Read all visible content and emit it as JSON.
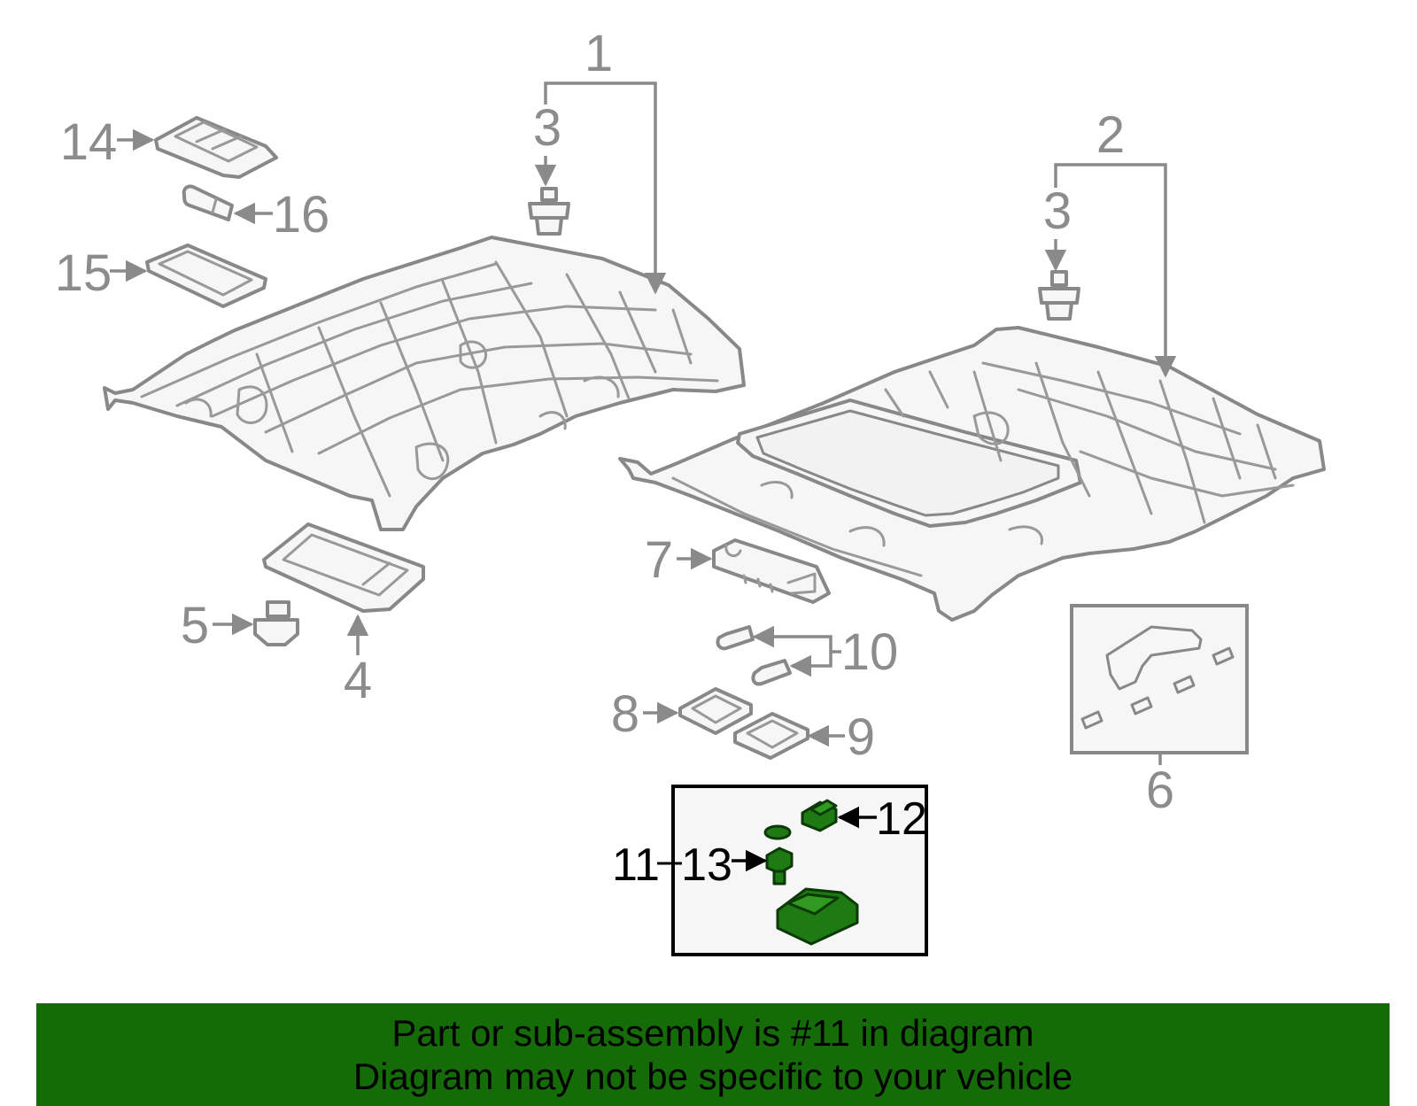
{
  "diagram": {
    "callouts": {
      "c1": "1",
      "c2": "2",
      "c3a": "3",
      "c3b": "3",
      "c4": "4",
      "c5": "5",
      "c6": "6",
      "c7": "7",
      "c8": "8",
      "c9": "9",
      "c10": "10",
      "c11": "11",
      "c12": "12",
      "c13": "13",
      "c14": "14",
      "c15": "15",
      "c16": "16"
    },
    "highlighted_part": "11",
    "colors": {
      "highlight": "#1e7a12",
      "banner": "#156b08",
      "linework": "#888888"
    }
  },
  "banner": {
    "line1": "Part or sub-assembly is #11 in diagram",
    "line2": "Diagram may not be specific to your vehicle"
  }
}
